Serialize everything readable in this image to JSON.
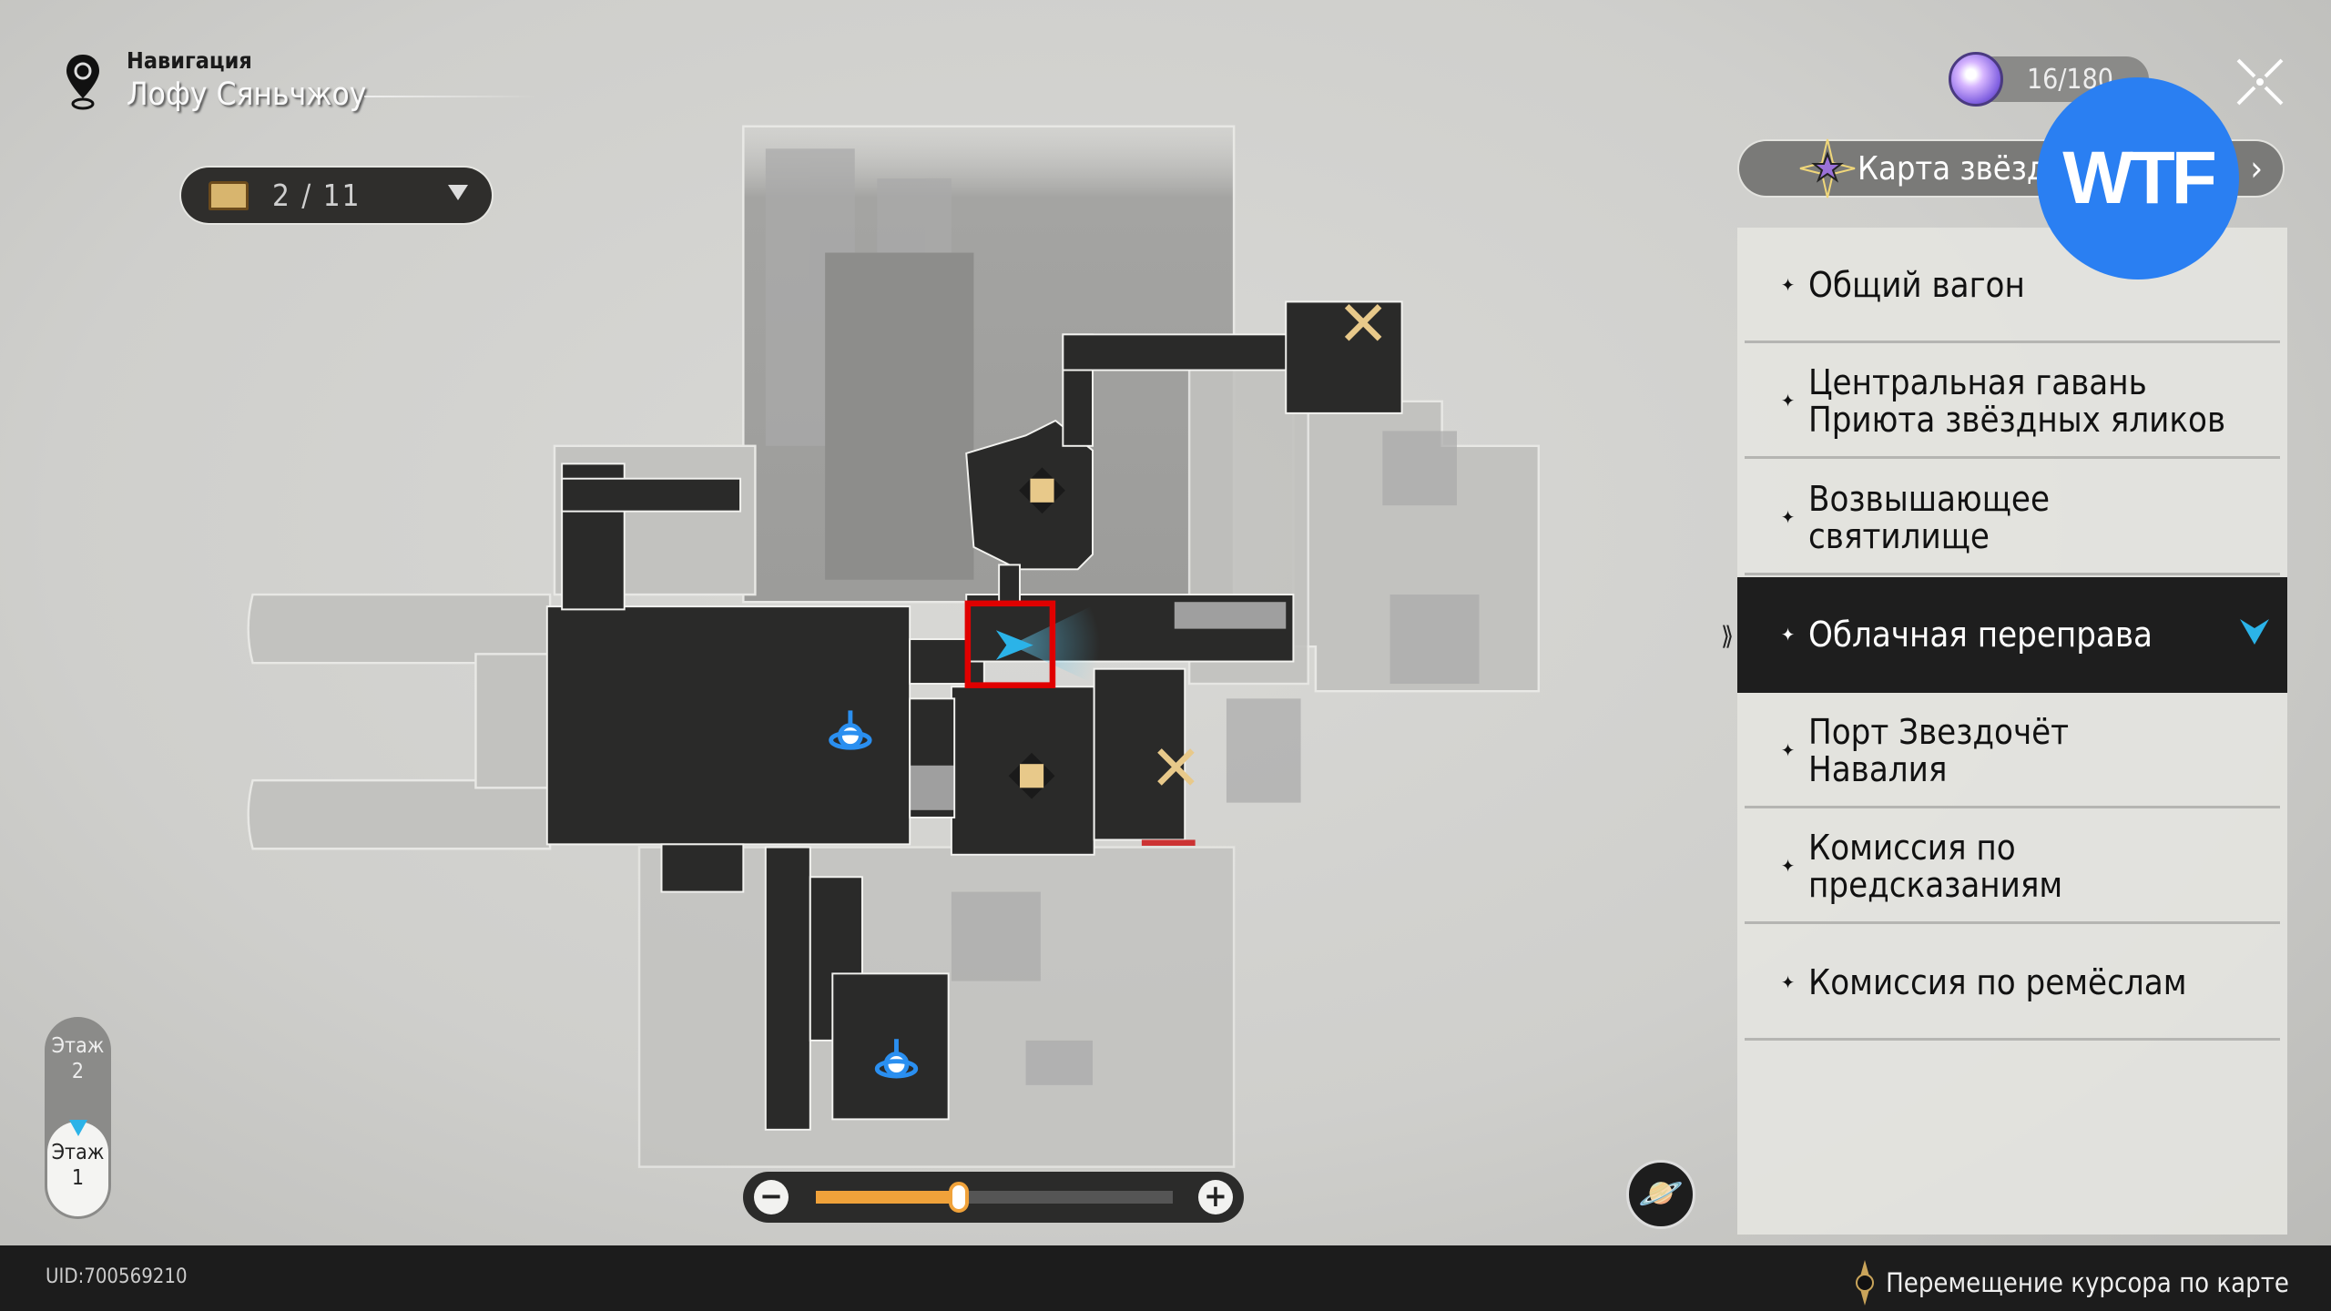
{
  "header": {
    "title": "Навигация",
    "location": "Лофу Сяньчжоу",
    "icon": "map-pin-icon"
  },
  "chest": {
    "count": "2 / 11",
    "icon": "treasure-chest-icon"
  },
  "currency": {
    "value": "16/180",
    "icon": "trailblaze-orb-icon"
  },
  "star_map": {
    "label": "Карта звёзд",
    "icon": "star-icon"
  },
  "overlay_badge": {
    "text": "WTF",
    "color": "#2a7ff2"
  },
  "locations": [
    {
      "label": "Общий вагон",
      "selected": false
    },
    {
      "label": "Центральная гавань Приюта звёздных яликов",
      "selected": false
    },
    {
      "label": "Возвышающее святилище",
      "selected": false
    },
    {
      "label": "Облачная переправа",
      "selected": true
    },
    {
      "label": "Порт Звездочёт Навалия",
      "selected": false
    },
    {
      "label": "Комиссия по предсказаниям",
      "selected": false
    },
    {
      "label": "Комиссия по ремёслам",
      "selected": false
    }
  ],
  "floors": [
    {
      "label": "Этаж\n2"
    },
    {
      "label": "Этаж\n1",
      "active": true
    }
  ],
  "zoom": {
    "minus": "−",
    "plus": "+",
    "level": 0.4
  },
  "footer": {
    "uid": "UID:700569210",
    "hint": "Перемещение курсора по карте"
  },
  "colors": {
    "accent": "#f0a23a",
    "player": "#2bb3e8",
    "highlight": "#e00000"
  }
}
